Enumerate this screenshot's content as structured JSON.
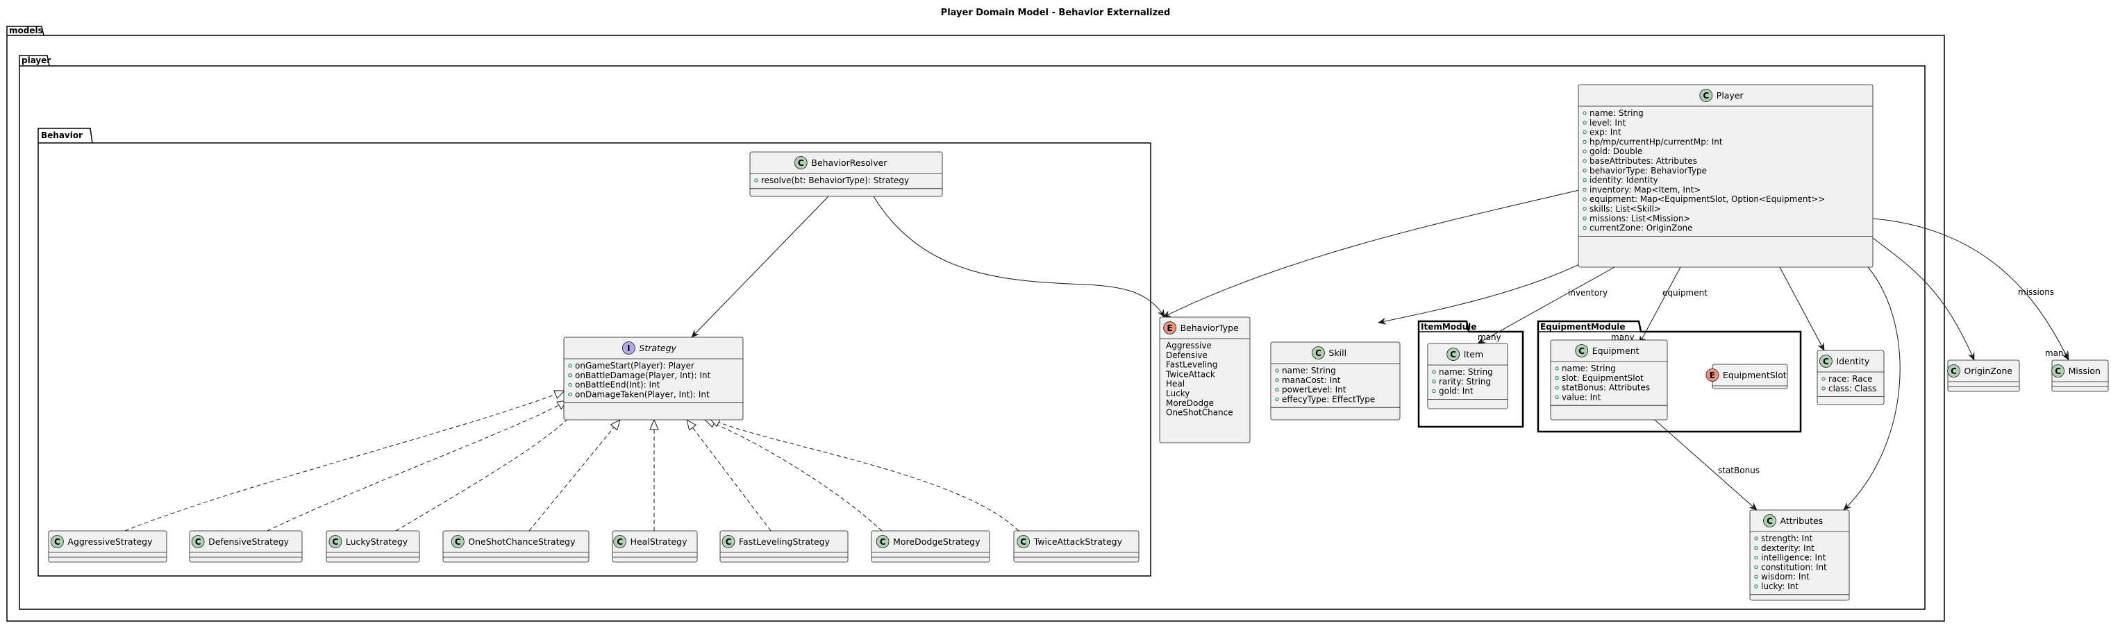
{
  "title": "Player Domain Model - Behavior Externalized",
  "packages": {
    "models": "models",
    "player": "player",
    "behavior": "Behavior",
    "item_module": "ItemModule",
    "equipment_module": "EquipmentModule"
  },
  "classes": {
    "player": {
      "name": "Player",
      "stereotype": "C",
      "fields": [
        "name: String",
        "level: Int",
        "exp: Int",
        "hp/mp/currentHp/currentMp: Int",
        "gold: Double",
        "baseAttributes: Attributes",
        "behaviorType: BehaviorType",
        "identity: Identity",
        "inventory: Map<Item, Int>",
        "equipment: Map<EquipmentSlot, Option<Equipment>>",
        "skills: List<Skill>",
        "missions: List<Mission>",
        "currentZone: OriginZone"
      ]
    },
    "behavior_resolver": {
      "name": "BehaviorResolver",
      "stereotype": "C",
      "fields": [
        "resolve(bt: BehaviorType): Strategy"
      ]
    },
    "strategy": {
      "name": "Strategy",
      "stereotype": "I",
      "fields": [
        "onGameStart(Player): Player",
        "onBattleDamage(Player, Int): Int",
        "onBattleEnd(Int): Int",
        "onDamageTaken(Player, Int): Int"
      ]
    },
    "behavior_type": {
      "name": "BehaviorType",
      "stereotype": "E",
      "fields": [
        "Aggressive",
        "Defensive",
        "FastLeveling",
        "TwiceAttack",
        "Heal",
        "Lucky",
        "MoreDodge",
        "OneShotChance"
      ]
    },
    "skill": {
      "name": "Skill",
      "stereotype": "C",
      "fields": [
        "name: String",
        "manaCost: Int",
        "powerLevel: Int",
        "effecyType: EffectType"
      ]
    },
    "item": {
      "name": "Item",
      "stereotype": "C",
      "fields": [
        "name: String",
        "rarity: String",
        "gold: Int"
      ]
    },
    "equipment": {
      "name": "Equipment",
      "stereotype": "C",
      "fields": [
        "name: String",
        "slot: EquipmentSlot",
        "statBonus: Attributes",
        "value: Int"
      ]
    },
    "equipment_slot": {
      "name": "EquipmentSlot",
      "stereotype": "E",
      "fields": []
    },
    "identity": {
      "name": "Identity",
      "stereotype": "C",
      "fields": [
        "race: Race",
        "class: Class"
      ]
    },
    "origin_zone": {
      "name": "OriginZone",
      "stereotype": "C",
      "fields": []
    },
    "mission": {
      "name": "Mission",
      "stereotype": "C",
      "fields": []
    },
    "attributes": {
      "name": "Attributes",
      "stereotype": "C",
      "fields": [
        "strength: Int",
        "dexterity: Int",
        "intelligence: Int",
        "constitution: Int",
        "wisdom: Int",
        "lucky: Int"
      ]
    },
    "aggressive_strategy": {
      "name": "AggressiveStrategy",
      "stereotype": "C",
      "fields": []
    },
    "defensive_strategy": {
      "name": "DefensiveStrategy",
      "stereotype": "C",
      "fields": []
    },
    "lucky_strategy": {
      "name": "LuckyStrategy",
      "stereotype": "C",
      "fields": []
    },
    "one_shot_chance_strategy": {
      "name": "OneShotChanceStrategy",
      "stereotype": "C",
      "fields": []
    },
    "heal_strategy": {
      "name": "HealStrategy",
      "stereotype": "C",
      "fields": []
    },
    "fast_leveling_strategy": {
      "name": "FastLevelingStrategy",
      "stereotype": "C",
      "fields": []
    },
    "more_dodge_strategy": {
      "name": "MoreDodgeStrategy",
      "stereotype": "C",
      "fields": []
    },
    "twice_attack_strategy": {
      "name": "TwiceAttackStrategy",
      "stereotype": "C",
      "fields": []
    }
  },
  "edge_labels": {
    "inventory": "inventory",
    "inventory_multiplicity": "many",
    "equipment": "equipment",
    "equipment_multiplicity": "many",
    "missions": "missions",
    "missions_multiplicity": "many",
    "stat_bonus": "statBonus"
  },
  "colors": {
    "class_fill": "#f1f1f1",
    "class_stereotype": "#add1b2",
    "interface_stereotype": "#b4a7e5",
    "enum_stereotype": "#eb937f",
    "line": "#181818"
  }
}
